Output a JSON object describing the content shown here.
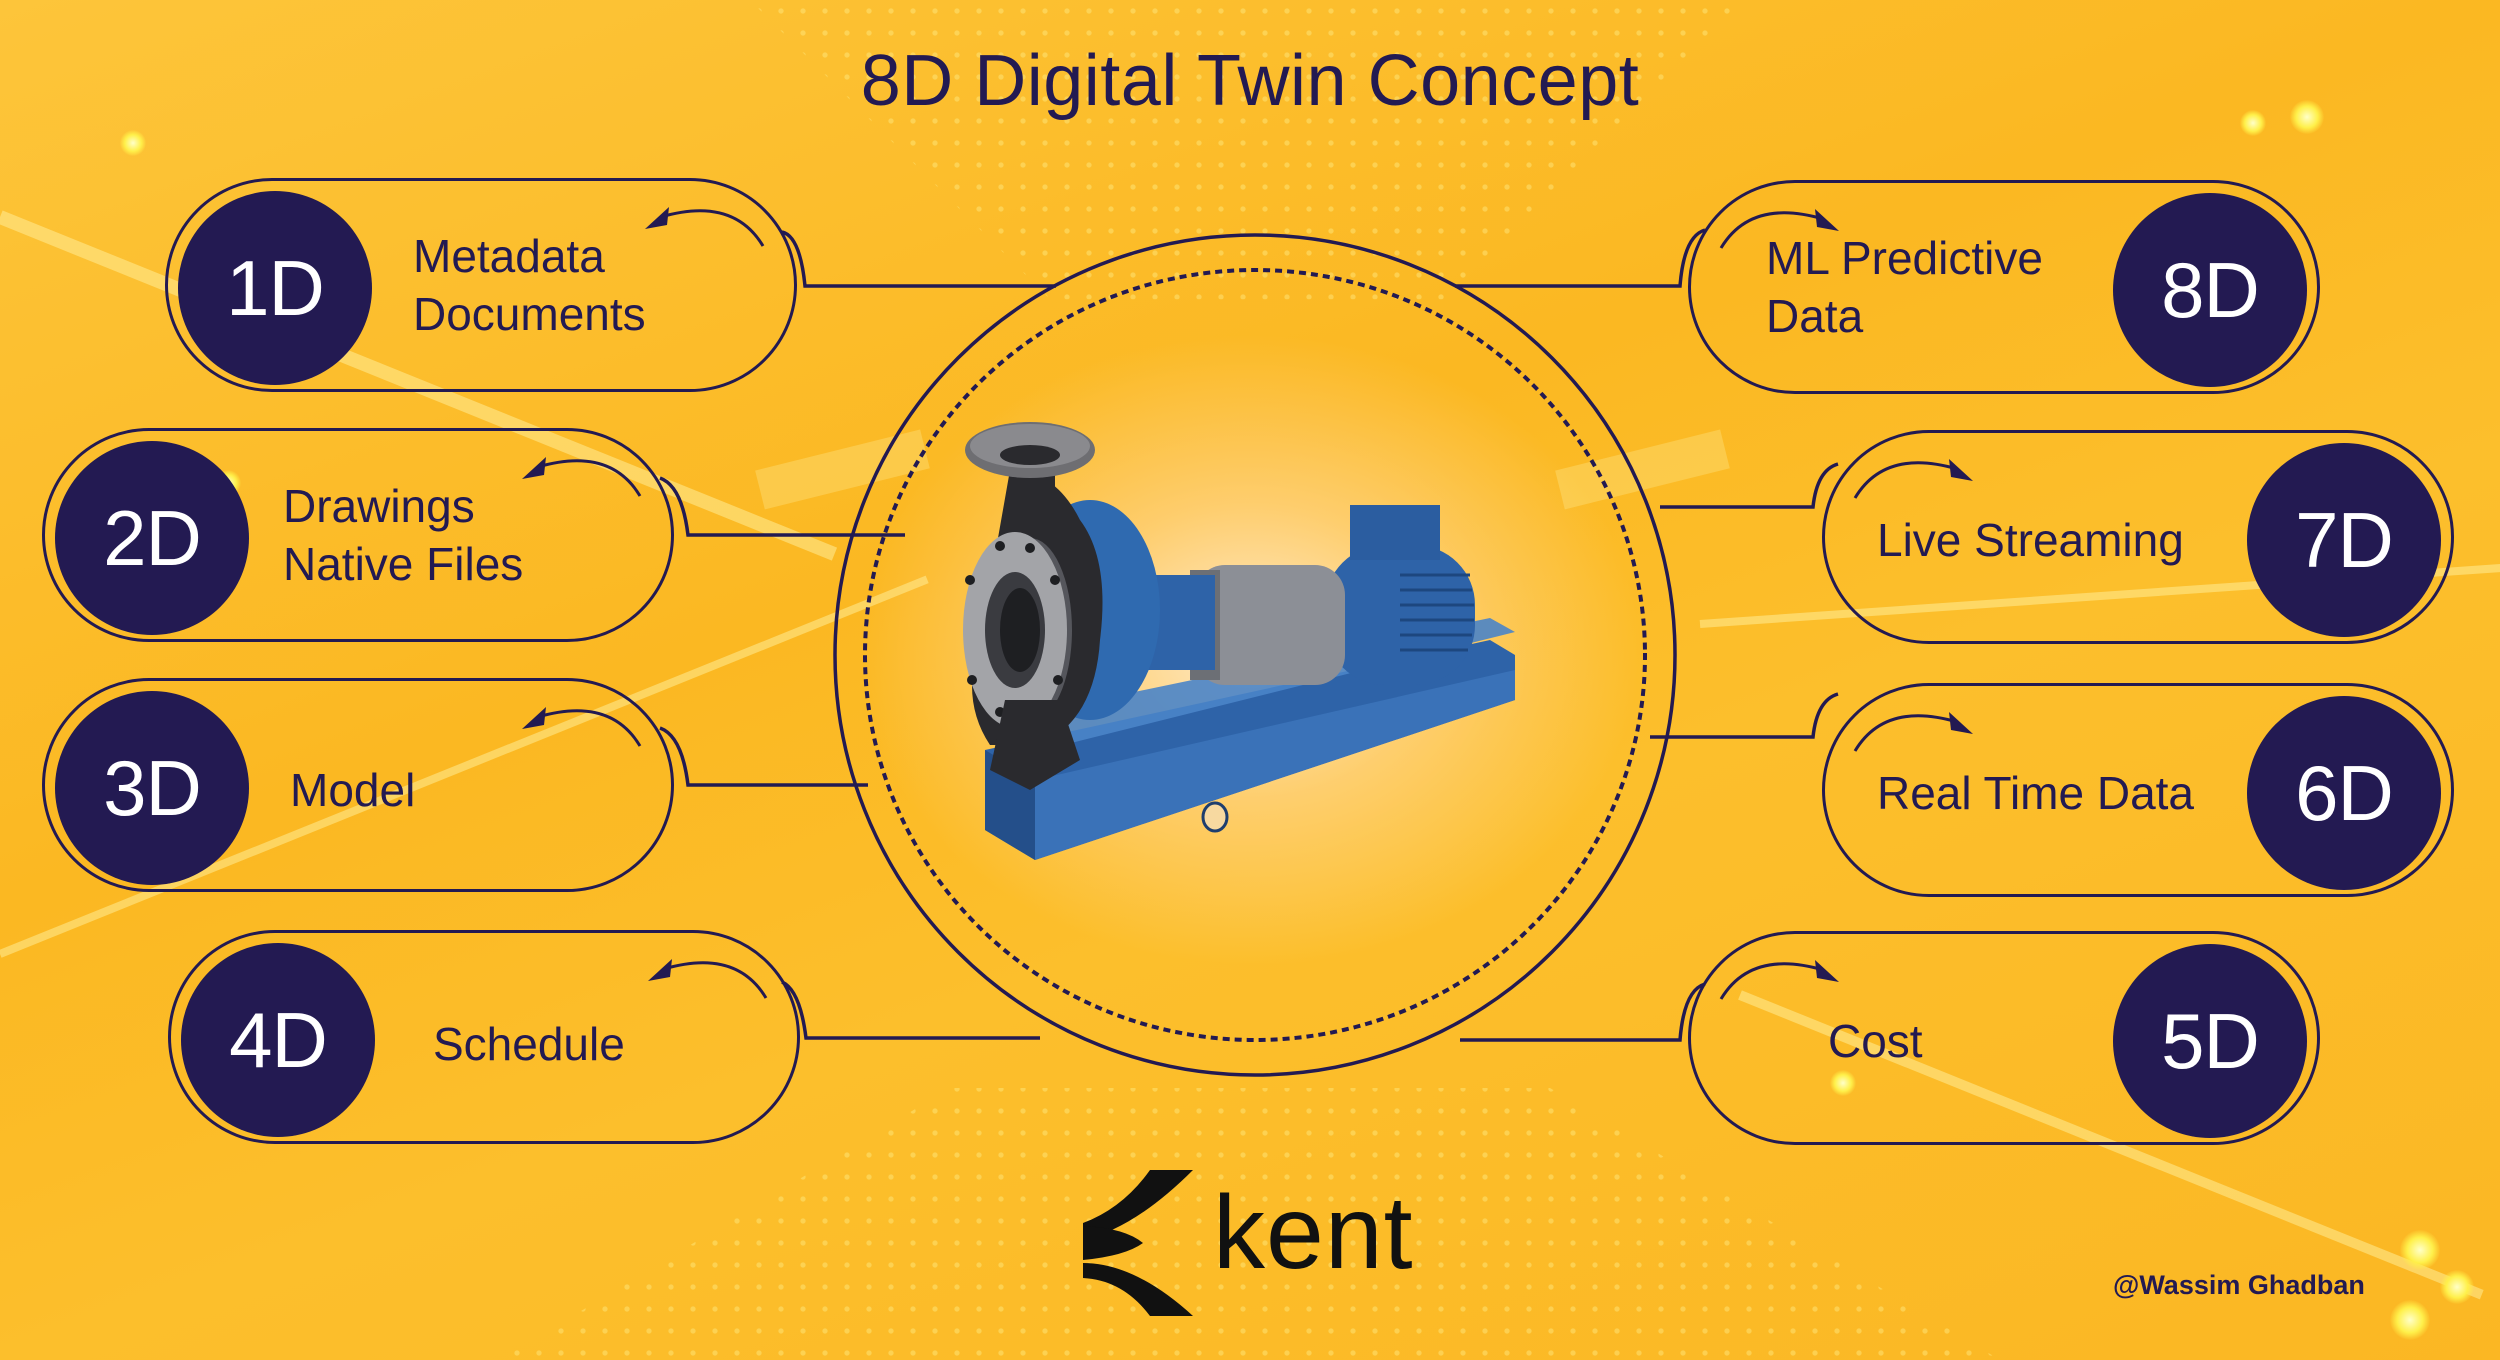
{
  "title": "8D Digital Twin Concept",
  "colors": {
    "background": "#FCBC2A",
    "navy": "#231A52",
    "badge_text": "#FFFFFF",
    "pump_blue": "#2E63A8",
    "pump_casing": "#2A2A2E"
  },
  "center": {
    "illustration": "centrifugal-pump-3d-render",
    "outer_ring": "solid",
    "inner_ring": "dotted"
  },
  "dimensions_left": [
    {
      "badge": "1D",
      "label": "Metadata\nDocuments",
      "arrow": "curved-arrow-left"
    },
    {
      "badge": "2D",
      "label": "Drawings\nNative Files",
      "arrow": "curved-arrow-left"
    },
    {
      "badge": "3D",
      "label": "Model",
      "arrow": "curved-arrow-left"
    },
    {
      "badge": "4D",
      "label": "Schedule",
      "arrow": "curved-arrow-left"
    }
  ],
  "dimensions_right": [
    {
      "badge": "8D",
      "label": "ML Predictive\nData",
      "arrow": "curved-arrow-right"
    },
    {
      "badge": "7D",
      "label": "Live Streaming",
      "arrow": "curved-arrow-right"
    },
    {
      "badge": "6D",
      "label": "Real Time Data",
      "arrow": "curved-arrow-right"
    },
    {
      "badge": "5D",
      "label": "Cost",
      "arrow": "curved-arrow-right"
    }
  ],
  "logo": {
    "text": "kent",
    "mark": "kent-k-mark-icon"
  },
  "credit": "@Wassim Ghadban"
}
